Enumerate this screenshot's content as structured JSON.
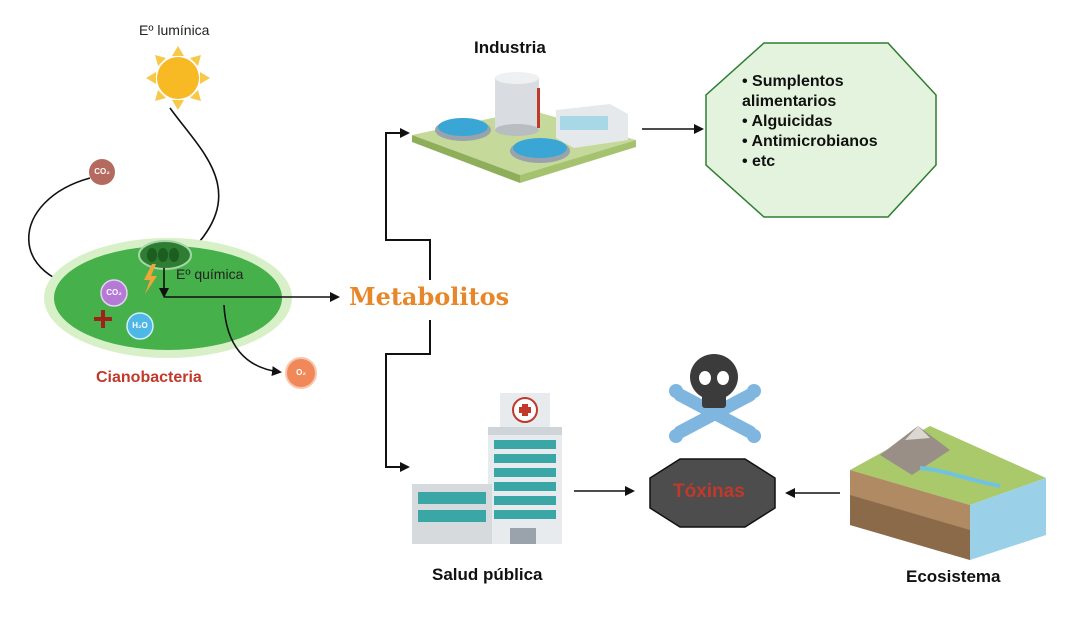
{
  "light_energy_label": "Eº lumínica",
  "chemical_energy_label": "Eº química",
  "co2_label": "CO₂",
  "h2o_label": "H₂O",
  "o2_label": "O₂",
  "cyanobacteria_label": "Cianobacteria",
  "metabolites_label": "Metabolitos",
  "industry_label": "Industria",
  "industry_products": [
    "• Sumplentos alimentarios",
    "• Alguicidas",
    "• Antimicrobianos",
    "• etc"
  ],
  "public_health_label": "Salud pública",
  "toxins_label": "Tóxinas",
  "ecosystem_label": "Ecosistema",
  "colors": {
    "cell_green": "#46b14a",
    "metabolites_orange": "#e8872a",
    "cyanobacteria_red": "#c0392b",
    "octagon_fill": "#e3f3dd",
    "toxins_octagon": "#4d4d4d"
  }
}
